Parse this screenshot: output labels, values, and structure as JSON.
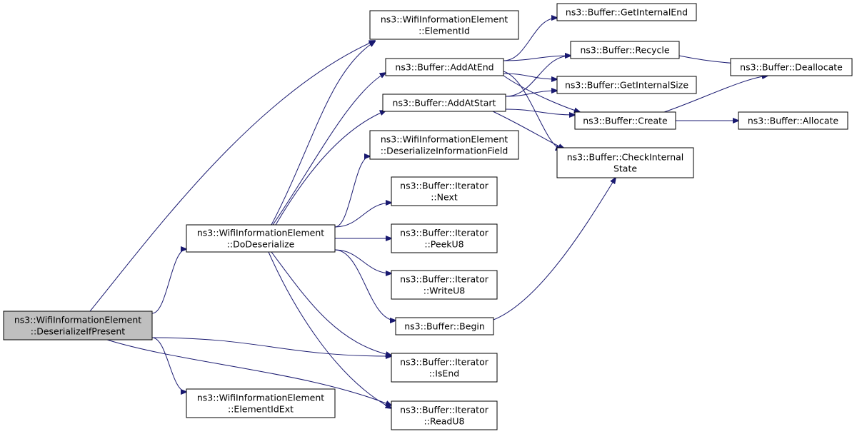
{
  "graph": {
    "nodes": [
      {
        "id": "deserialize_if_present",
        "lines": [
          "ns3::WifiInformationElement",
          "::DeserializeIfPresent"
        ],
        "root": true
      },
      {
        "id": "do_deserialize",
        "lines": [
          "ns3::WifiInformationElement",
          "::DoDeserialize"
        ]
      },
      {
        "id": "element_id_ext",
        "lines": [
          "ns3::WifiInformationElement",
          "::ElementIdExt"
        ]
      },
      {
        "id": "element_id",
        "lines": [
          "ns3::WifiInformationElement",
          "::ElementId"
        ]
      },
      {
        "id": "add_at_end",
        "lines": [
          "ns3::Buffer::AddAtEnd"
        ]
      },
      {
        "id": "add_at_start",
        "lines": [
          "ns3::Buffer::AddAtStart"
        ]
      },
      {
        "id": "deserialize_information_field",
        "lines": [
          "ns3::WifiInformationElement",
          "::DeserializeInformationField"
        ]
      },
      {
        "id": "iterator_next",
        "lines": [
          "ns3::Buffer::Iterator",
          "::Next"
        ]
      },
      {
        "id": "iterator_peek_u8",
        "lines": [
          "ns3::Buffer::Iterator",
          "::PeekU8"
        ]
      },
      {
        "id": "iterator_write_u8",
        "lines": [
          "ns3::Buffer::Iterator",
          "::WriteU8"
        ]
      },
      {
        "id": "buffer_begin",
        "lines": [
          "ns3::Buffer::Begin"
        ]
      },
      {
        "id": "iterator_is_end",
        "lines": [
          "ns3::Buffer::Iterator",
          "::IsEnd"
        ]
      },
      {
        "id": "iterator_read_u8",
        "lines": [
          "ns3::Buffer::Iterator",
          "::ReadU8"
        ]
      },
      {
        "id": "get_internal_end",
        "lines": [
          "ns3::Buffer::GetInternalEnd"
        ]
      },
      {
        "id": "recycle",
        "lines": [
          "ns3::Buffer::Recycle"
        ]
      },
      {
        "id": "get_internal_size",
        "lines": [
          "ns3::Buffer::GetInternalSize"
        ]
      },
      {
        "id": "create",
        "lines": [
          "ns3::Buffer::Create"
        ]
      },
      {
        "id": "check_internal_state",
        "lines": [
          "ns3::Buffer::CheckInternal",
          "State"
        ]
      },
      {
        "id": "deallocate",
        "lines": [
          "ns3::Buffer::Deallocate"
        ]
      },
      {
        "id": "allocate",
        "lines": [
          "ns3::Buffer::Allocate"
        ]
      }
    ],
    "edges": [
      {
        "from": "deserialize_if_present",
        "to": "element_id"
      },
      {
        "from": "deserialize_if_present",
        "to": "do_deserialize"
      },
      {
        "from": "deserialize_if_present",
        "to": "iterator_is_end"
      },
      {
        "from": "deserialize_if_present",
        "to": "iterator_read_u8"
      },
      {
        "from": "deserialize_if_present",
        "to": "element_id_ext"
      },
      {
        "from": "do_deserialize",
        "to": "element_id"
      },
      {
        "from": "do_deserialize",
        "to": "add_at_end"
      },
      {
        "from": "do_deserialize",
        "to": "add_at_start"
      },
      {
        "from": "do_deserialize",
        "to": "deserialize_information_field"
      },
      {
        "from": "do_deserialize",
        "to": "iterator_next"
      },
      {
        "from": "do_deserialize",
        "to": "iterator_peek_u8"
      },
      {
        "from": "do_deserialize",
        "to": "iterator_write_u8"
      },
      {
        "from": "do_deserialize",
        "to": "buffer_begin"
      },
      {
        "from": "do_deserialize",
        "to": "iterator_is_end"
      },
      {
        "from": "do_deserialize",
        "to": "iterator_read_u8"
      },
      {
        "from": "add_at_end",
        "to": "get_internal_end"
      },
      {
        "from": "add_at_end",
        "to": "recycle"
      },
      {
        "from": "add_at_end",
        "to": "get_internal_size"
      },
      {
        "from": "add_at_end",
        "to": "create"
      },
      {
        "from": "add_at_end",
        "to": "check_internal_state"
      },
      {
        "from": "add_at_start",
        "to": "recycle"
      },
      {
        "from": "add_at_start",
        "to": "get_internal_size"
      },
      {
        "from": "add_at_start",
        "to": "create"
      },
      {
        "from": "add_at_start",
        "to": "check_internal_state"
      },
      {
        "from": "buffer_begin",
        "to": "check_internal_state"
      },
      {
        "from": "recycle",
        "to": "deallocate"
      },
      {
        "from": "create",
        "to": "deallocate"
      },
      {
        "from": "create",
        "to": "allocate"
      }
    ],
    "colors": {
      "edge": "#191970",
      "root_fill": "#bfbfbf",
      "node_fill": "#ffffff",
      "border": "#000000"
    }
  }
}
